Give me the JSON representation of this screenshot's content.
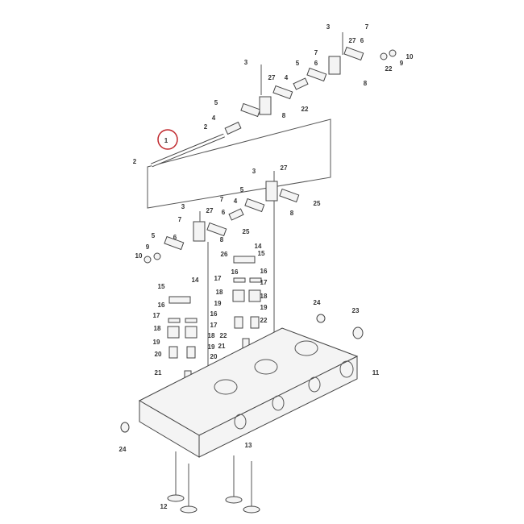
{
  "diagram": {
    "title": "Cylinder head and rocker arm assembly exploded view",
    "highlight_color": "#c0282d",
    "highlighted_part": "1",
    "callouts": [
      "3",
      "7",
      "27",
      "6",
      "10",
      "9",
      "22",
      "7",
      "6",
      "5",
      "8",
      "3",
      "27",
      "4",
      "22",
      "8",
      "5",
      "4",
      "2",
      "1",
      "2",
      "3",
      "27",
      "5",
      "25",
      "8",
      "3",
      "27",
      "6",
      "7",
      "4",
      "25",
      "8",
      "7",
      "5",
      "6",
      "9",
      "10",
      "26",
      "14",
      "15",
      "16",
      "16",
      "17",
      "17",
      "18",
      "18",
      "19",
      "19",
      "22",
      "14",
      "15",
      "16",
      "16",
      "17",
      "17",
      "18",
      "18",
      "22",
      "19",
      "19",
      "21",
      "20",
      "20",
      "21",
      "24",
      "23",
      "11",
      "24",
      "13",
      "12"
    ]
  }
}
